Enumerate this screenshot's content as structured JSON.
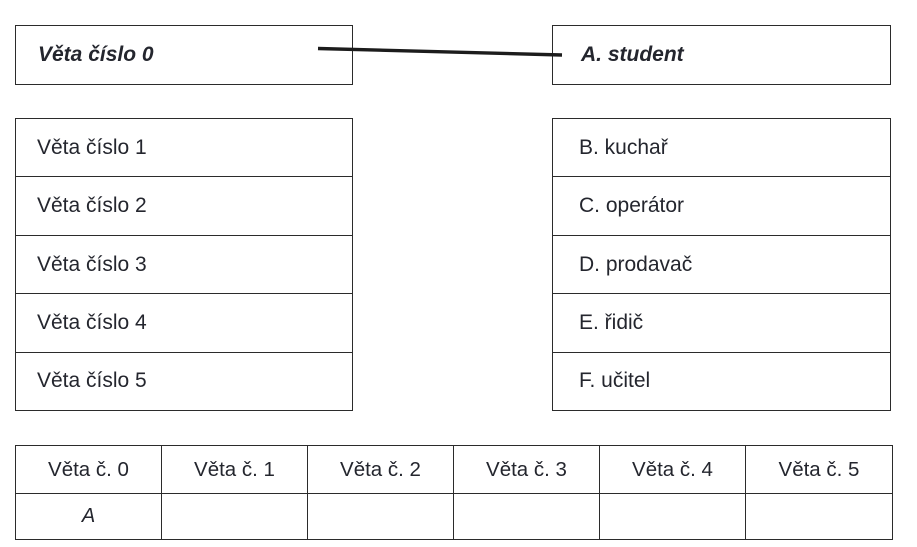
{
  "matching": {
    "example": {
      "prompt": "Věta číslo 0",
      "answer": "A. student"
    },
    "prompts": [
      "Věta číslo 1",
      "Věta číslo 2",
      "Věta číslo 3",
      "Věta číslo 4",
      "Věta číslo 5"
    ],
    "answers": [
      "B. kuchař",
      "C. operátor",
      "D. prodavač",
      "E. řidič",
      "F. učitel"
    ]
  },
  "answer_table": {
    "headers": [
      "Věta č. 0",
      "Věta č. 1",
      "Věta č. 2",
      "Věta č. 3",
      "Věta č. 4",
      "Věta č. 5"
    ],
    "values": [
      "A",
      "",
      "",
      "",
      "",
      ""
    ]
  },
  "colors": {
    "text": "#24262e",
    "border": "#2b2b2b",
    "connector_line": "#1c1c1c",
    "background": "#ffffff"
  }
}
